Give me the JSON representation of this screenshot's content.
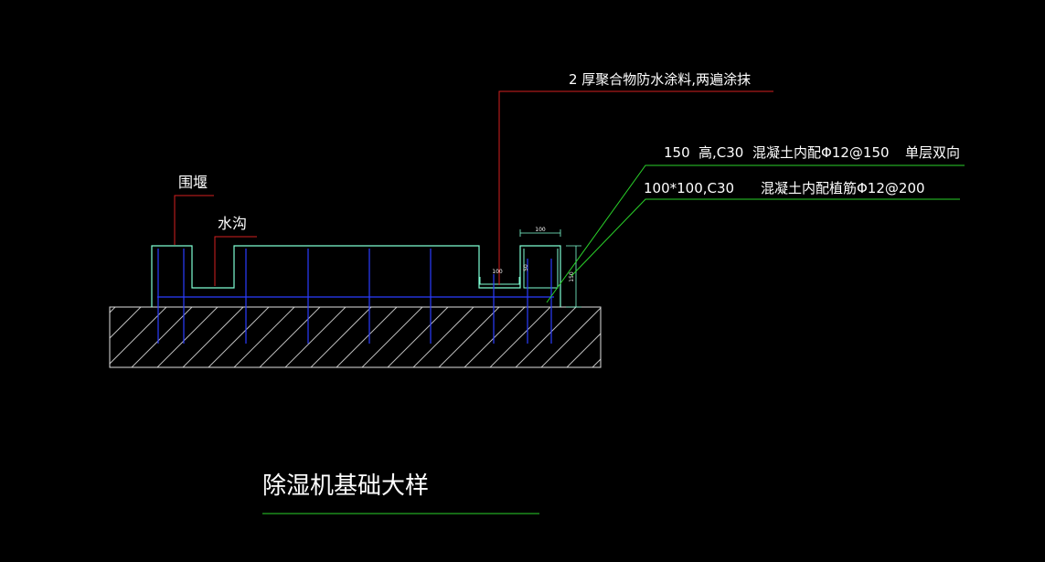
{
  "drawing": {
    "title": "除湿机基础大样",
    "labels": {
      "waterproof": "2 厚聚合物防水涂料,两遍涂抹",
      "slab_height": "150",
      "slab_spec": "高,C30",
      "slab_rebar": "混凝土内配Φ12@150",
      "slab_layer": "单层双向",
      "curb_size": "100*100,C30",
      "curb_rebar": "混凝土内配植筋Φ12@200",
      "weir": "围堰",
      "gutter": "水沟"
    },
    "dims": {
      "curb_width": "100",
      "gutter_width": "100",
      "gutter_depth": "50",
      "curb_height": "150"
    },
    "colors": {
      "background": "#000000",
      "concrete_outline": "#7fffd4",
      "rebar": "#2a3cff",
      "leader_red": "#d42020",
      "leader_green": "#2ad22a",
      "text": "#ffffff",
      "hatch": "#c8c8c8"
    }
  }
}
